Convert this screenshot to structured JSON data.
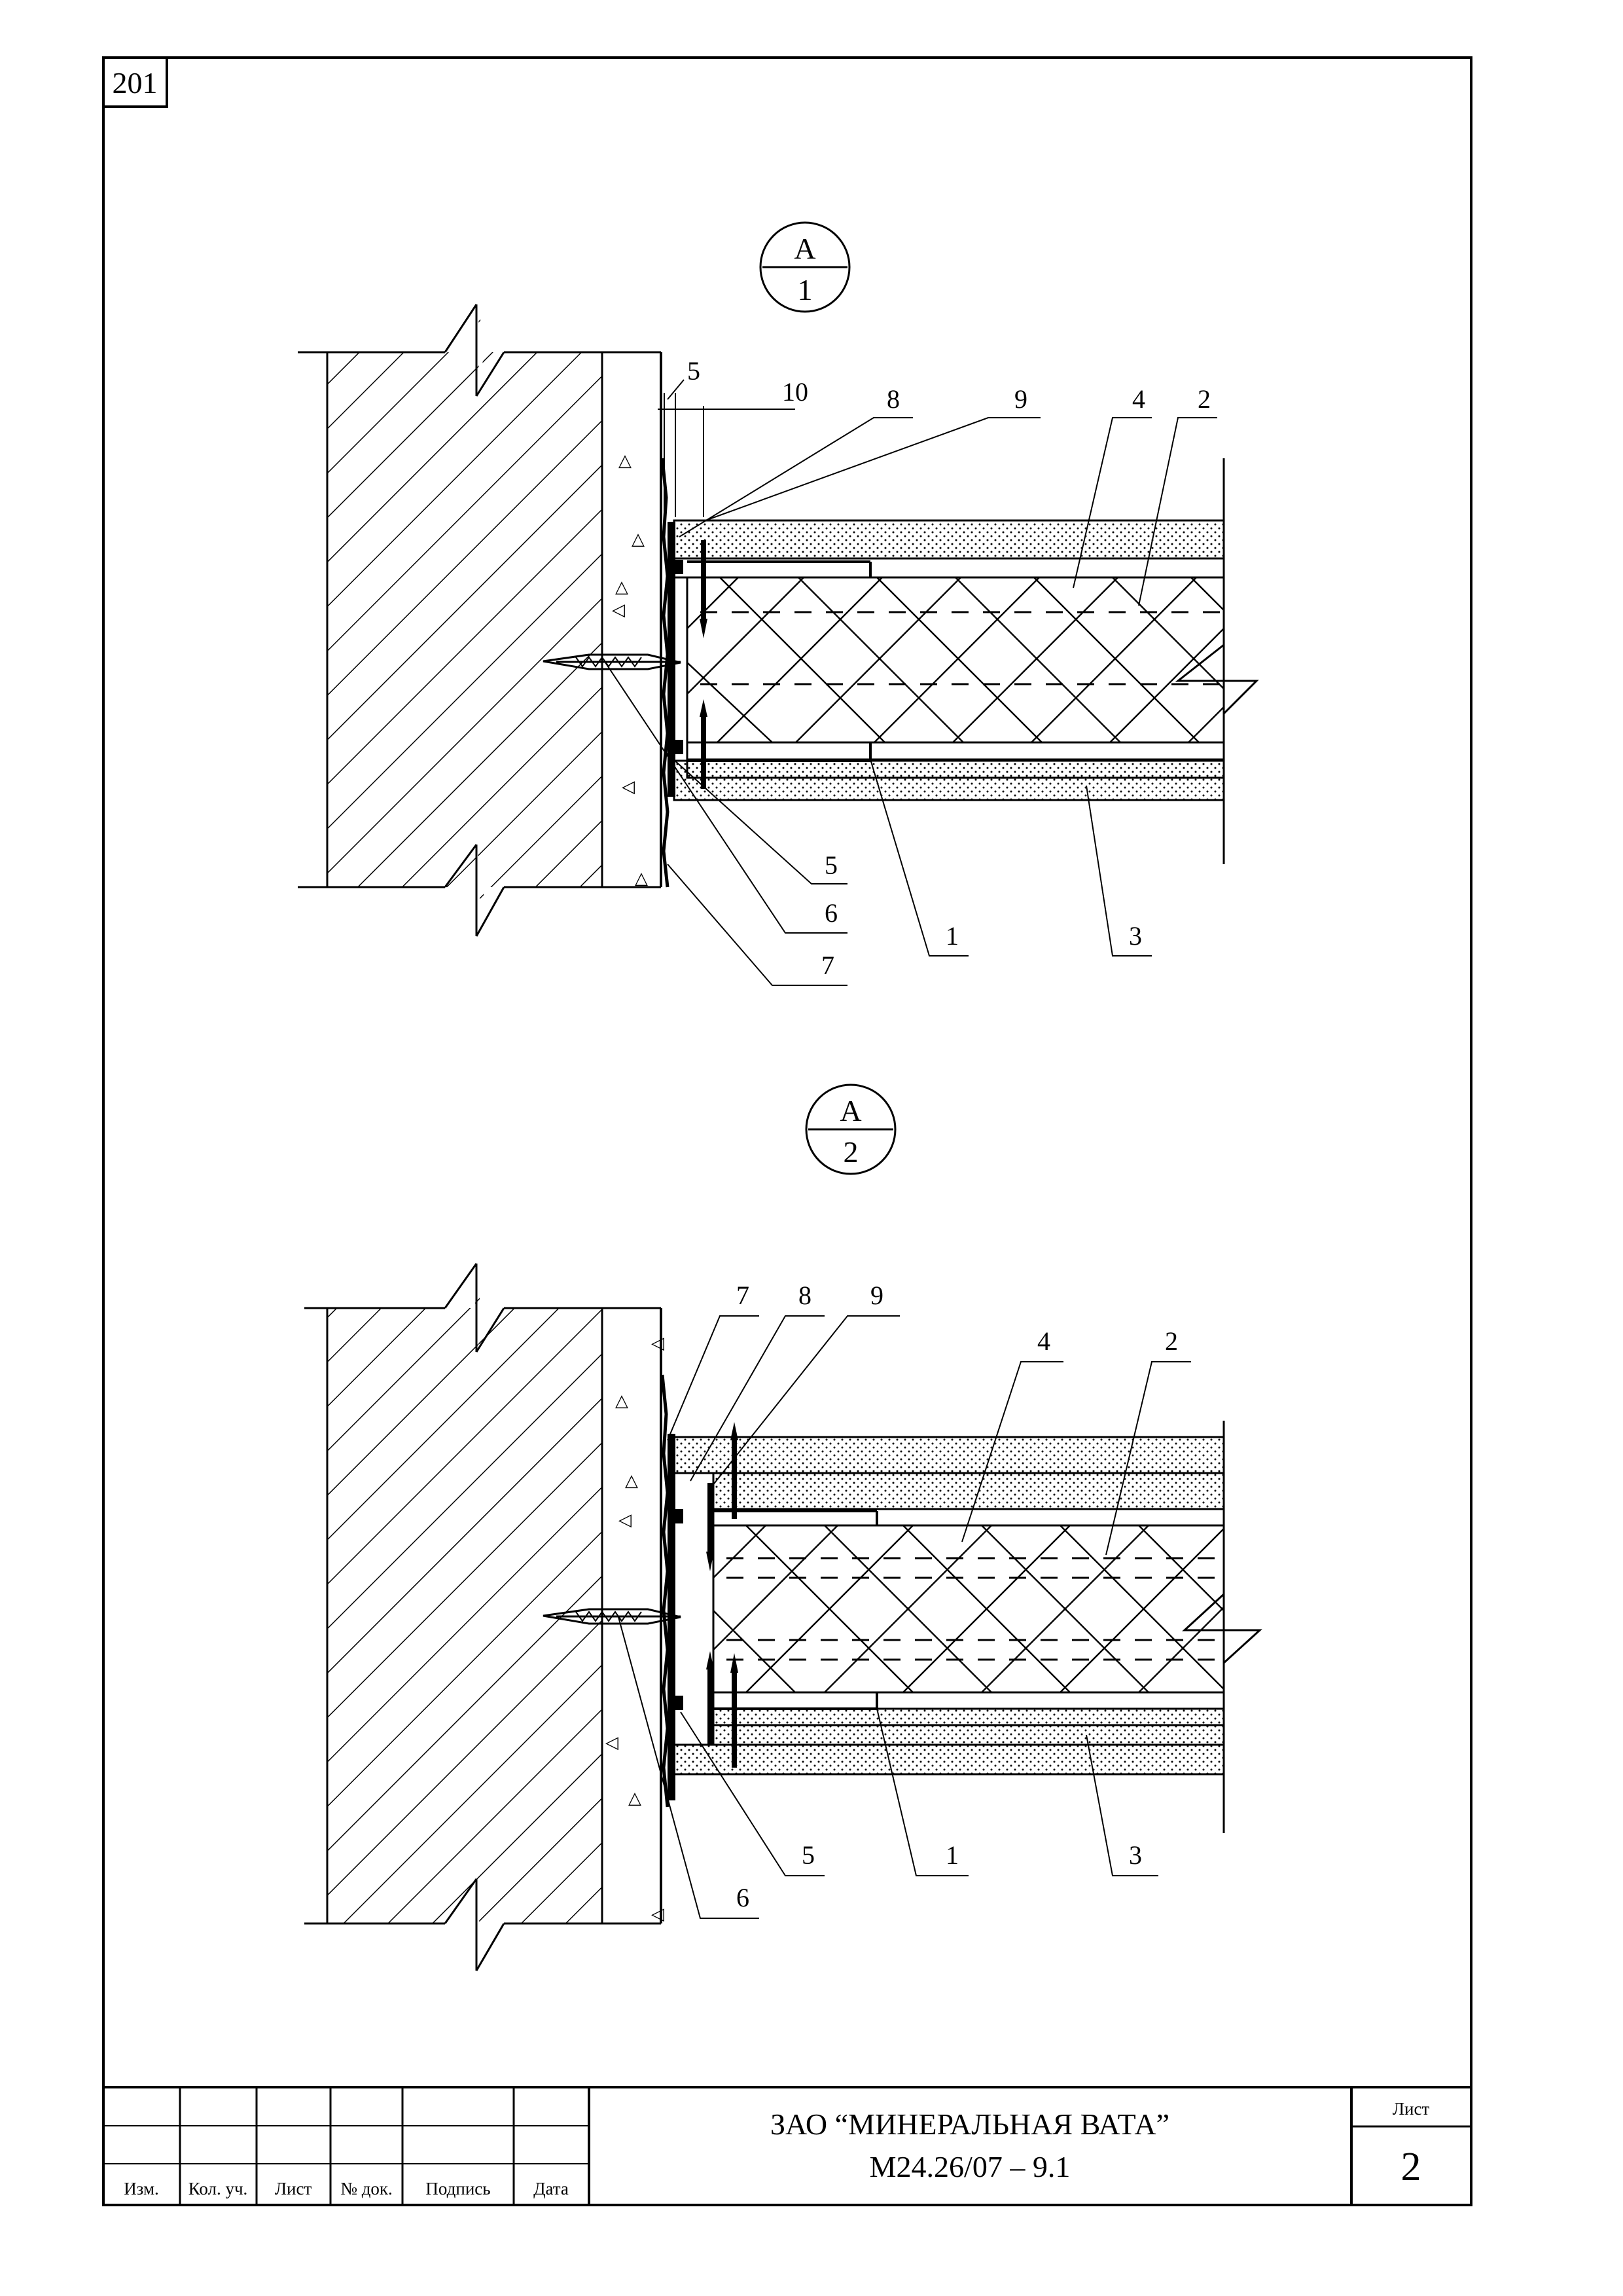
{
  "page_number": "201",
  "detail_a1": {
    "marker": {
      "letter": "А",
      "number": "1"
    },
    "dims": [
      "5",
      "10"
    ],
    "callouts": [
      "8",
      "9",
      "4",
      "2",
      "5",
      "6",
      "7",
      "1",
      "3"
    ]
  },
  "detail_a2": {
    "marker": {
      "letter": "А",
      "number": "2"
    },
    "callouts": [
      "7",
      "8",
      "9",
      "4",
      "2",
      "6",
      "5",
      "1",
      "3"
    ]
  },
  "title_block": {
    "company": "ЗАО “МИНЕРАЛЬНАЯ ВАТА”",
    "code": "М24.26/07 – 9.1",
    "sheet_label": "Лист",
    "sheet_number": "2",
    "columns": [
      "Изм.",
      "Кол. уч.",
      "Лист",
      "№ док.",
      "Подпись",
      "Дата"
    ]
  }
}
